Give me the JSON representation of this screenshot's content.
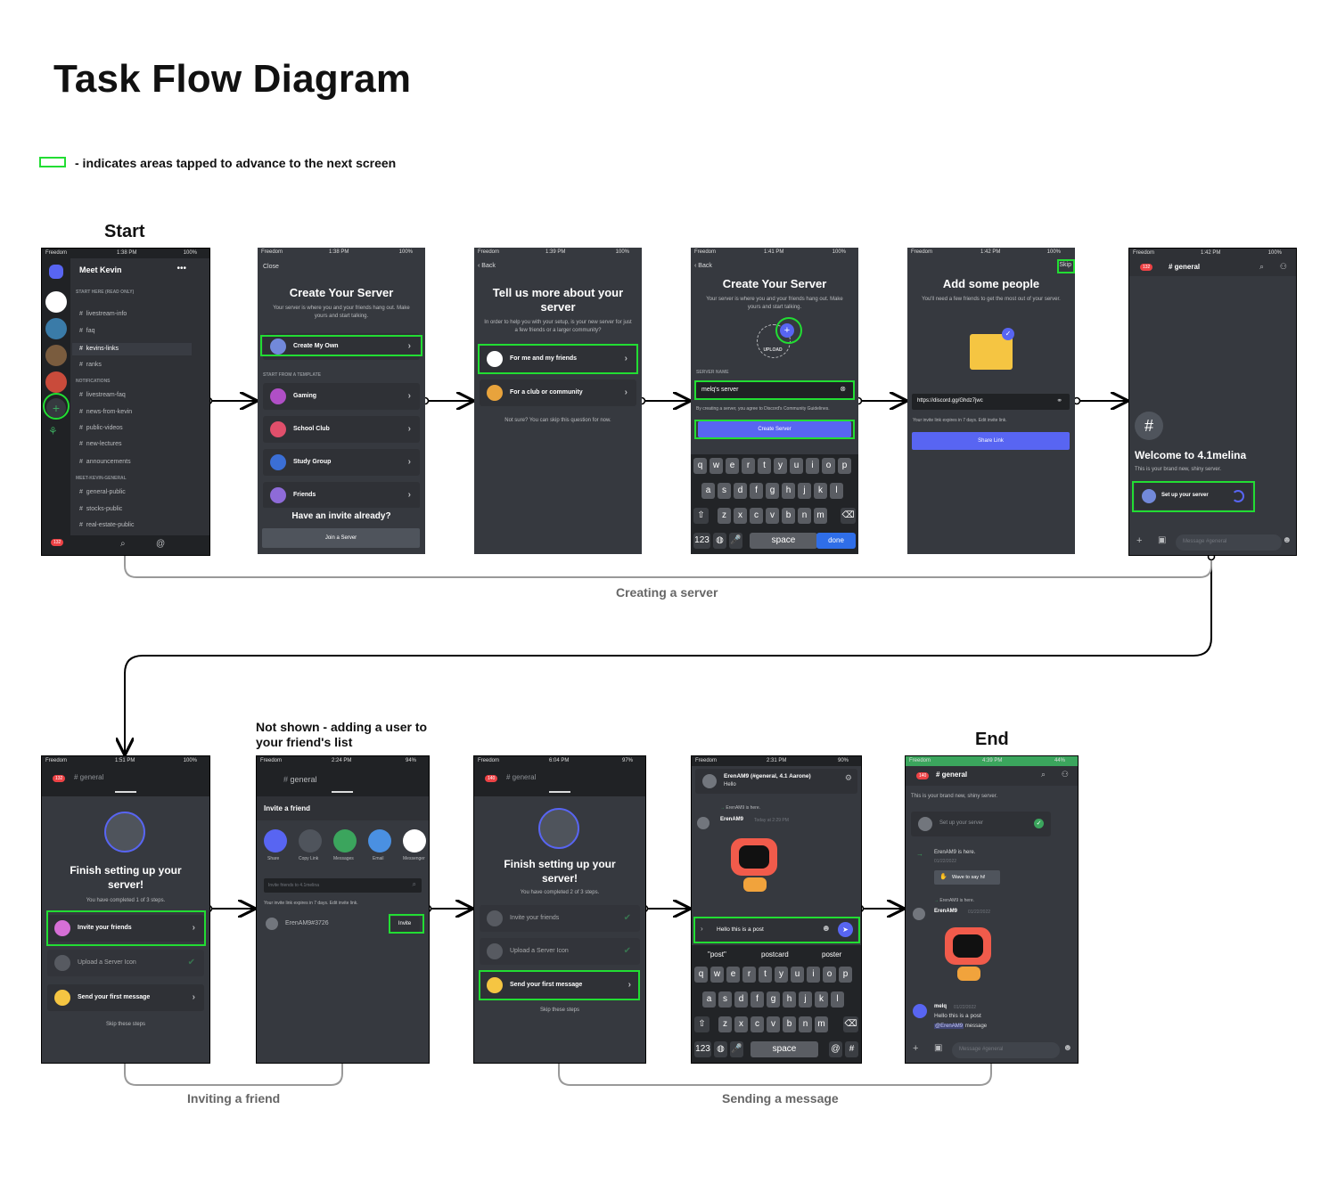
{
  "title": "Task Flow Diagram",
  "legend": {
    "text": "- indicates areas tapped to advance to the next screen",
    "highlight_color": "#22dd33"
  },
  "labels": {
    "start": "Start",
    "end": "End",
    "not_shown": "Not shown - adding a user to your friend's list",
    "creating": "Creating a server",
    "inviting": "Inviting a friend",
    "sending": "Sending a message"
  },
  "colors": {
    "app_bg": "#36393f",
    "blurple": "#5865f2",
    "highlight": "#22dd33"
  },
  "s1": {
    "server": "Meet Kevin",
    "sect1": "START HERE (READ ONLY)",
    "channels1": [
      "livestream-info",
      "faq",
      "kevins-links",
      "ranks"
    ],
    "sect2": "NOTIFICATIONS",
    "channels2": [
      "livestream-faq",
      "news-from-kevin",
      "public-videos",
      "new-lectures",
      "announcements"
    ],
    "sect3": "MEET-KEVIN-GENERAL",
    "channels3": [
      "general-public",
      "stocks-public",
      "real-estate-public"
    ],
    "badge": "132",
    "time": "1:38 PM"
  },
  "s2": {
    "time": "1:38 PM",
    "close": "Close",
    "title": "Create Your Server",
    "sub": "Your server is where you and your friends hang out. Make yours and start talking.",
    "create": "Create My Own",
    "template_hdr": "START FROM A TEMPLATE",
    "templates": [
      "Gaming",
      "School Club",
      "Study Group",
      "Friends"
    ],
    "invite_q": "Have an invite already?",
    "join": "Join a Server"
  },
  "s3": {
    "time": "1:39 PM",
    "back": "Back",
    "title": "Tell us more about your server",
    "sub": "In order to help you with your setup, is your new server for just a few friends or a larger community?",
    "opt1": "For me and my friends",
    "opt2": "For a club or community",
    "note": "Not sure? You can skip this question for now."
  },
  "s4": {
    "time": "1:41 PM",
    "back": "Back",
    "title": "Create Your Server",
    "sub": "Your server is where you and your friends hang out. Make yours and start talking.",
    "upload": "UPLOAD",
    "name_label": "SERVER NAME",
    "name_value": "melq's server",
    "terms": "By creating a server, you agree to Discord's Community Guidelines.",
    "create_btn": "Create Server",
    "row1": [
      "q",
      "w",
      "e",
      "r",
      "t",
      "y",
      "u",
      "i",
      "o",
      "p"
    ],
    "row2": [
      "a",
      "s",
      "d",
      "f",
      "g",
      "h",
      "j",
      "k",
      "l"
    ],
    "row3": [
      "z",
      "x",
      "c",
      "v",
      "b",
      "n",
      "m"
    ],
    "num": "123",
    "space": "space",
    "done": "done"
  },
  "s5": {
    "time": "1:42 PM",
    "skip": "Skip",
    "title": "Add some people",
    "sub": "You'll need a few friends to get the most out of your server.",
    "link": "https://discord.gg/Ghdz7jwc",
    "expire": "Your invite link expires in 7 days. Edit invite link.",
    "share": "Share Link"
  },
  "s6": {
    "time": "1:42 PM",
    "badge": "132",
    "channel": "general",
    "hash": "#",
    "welcome": "Welcome to 4.1melina",
    "sub": "This is your brand new, shiny server.",
    "setup": "Set up your server",
    "placeholder": "Message #general"
  },
  "s7": {
    "time": "1:51 PM",
    "badge": "132",
    "channel": "general",
    "title": "Finish setting up your server!",
    "progress": "You have completed 1 of 3 steps.",
    "items": [
      "Invite your friends",
      "Upload a Server Icon",
      "Send your first message"
    ],
    "skip": "Skip these steps"
  },
  "s8": {
    "time": "2:24 PM",
    "channel": "general",
    "header": "Invite a friend",
    "share_opts": [
      "Share",
      "Copy Link",
      "Messages",
      "Email",
      "Messenger"
    ],
    "search": "Invite friends to 4.1melina",
    "expire": "Your invite link expires in 7 days. Edit invite link.",
    "friend": "ErenAM9#3726",
    "invite": "Invite"
  },
  "s9": {
    "time": "6:04 PM",
    "badge": "140",
    "channel": "general",
    "title": "Finish setting up your server!",
    "progress": "You have completed 2 of 3 steps.",
    "items": [
      "Invite your friends",
      "Upload a Server Icon",
      "Send your first message"
    ],
    "skip": "Skip these steps"
  },
  "s10": {
    "time": "2:31 PM",
    "notif_title": "ErenAM9 (#general, 4.1 Aarone)",
    "notif_body": "Hello",
    "joined": "ErenAM9 is here.",
    "author": "ErenAM9",
    "when": "Today at 2:29 PM",
    "input": "Hello this is a post",
    "suggest": [
      "\"post\"",
      "postcard",
      "poster"
    ],
    "row1": [
      "q",
      "w",
      "e",
      "r",
      "t",
      "y",
      "u",
      "i",
      "o",
      "p"
    ],
    "row2": [
      "a",
      "s",
      "d",
      "f",
      "g",
      "h",
      "j",
      "k",
      "l"
    ],
    "row3": [
      "z",
      "x",
      "c",
      "v",
      "b",
      "n",
      "m"
    ],
    "num": "123",
    "space": "space",
    "at": "@",
    "hashkey": "#"
  },
  "s11": {
    "time": "4:39 PM",
    "badge": "140",
    "channel": "general",
    "sub": "This is your brand new, shiny server.",
    "setup": "Set up your server",
    "joined": "ErenAM9 is here.",
    "date1": "01/22/2022",
    "wave": "Wave to say hi!",
    "joined2": "ErenAM9 is here.",
    "author": "ErenAM9",
    "date2": "01/22/2022",
    "me": "melq",
    "date3": "01/22/2022",
    "msg": "Hello this is a post",
    "mention": "@ErenAM9",
    "mention_tail": "message",
    "placeholder": "Message #general"
  },
  "status": {
    "carrier": "Freedom",
    "battery": "100%"
  }
}
